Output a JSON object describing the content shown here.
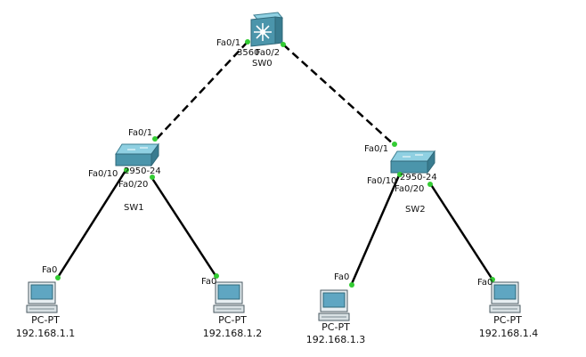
{
  "devices": {
    "sw0": {
      "name": "SW0",
      "model_fragment": "3560",
      "ports": {
        "left": "Fa0/1",
        "right": "Fa0/2"
      }
    },
    "sw1": {
      "name": "SW1",
      "model": "2950-24",
      "ports": {
        "up": "Fa0/1",
        "down_left": "Fa0/10",
        "down_right": "Fa0/20"
      }
    },
    "sw2": {
      "name": "SW2",
      "model": "2950-24",
      "ports": {
        "up": "Fa0/1",
        "down_left": "Fa0/10",
        "down_right": "Fa0/20"
      }
    },
    "pcs": [
      {
        "type": "PC-PT",
        "ip": "192.168.1.1",
        "port": "Fa0"
      },
      {
        "type": "PC-PT",
        "ip": "192.168.1.2",
        "port": "Fa0"
      },
      {
        "type": "PC-PT",
        "ip": "192.168.1.3",
        "port": "Fa0"
      },
      {
        "type": "PC-PT",
        "ip": "192.168.1.4",
        "port": "Fa0"
      }
    ]
  },
  "links": [
    {
      "from": "SW0 Fa0/1",
      "to": "SW1 Fa0/1",
      "style": "crossover-dashed"
    },
    {
      "from": "SW0 Fa0/2",
      "to": "SW2 Fa0/1",
      "style": "crossover-dashed"
    },
    {
      "from": "SW1 Fa0/10",
      "to": "PC 192.168.1.1",
      "style": "straight"
    },
    {
      "from": "SW1 Fa0/20",
      "to": "PC 192.168.1.2",
      "style": "straight"
    },
    {
      "from": "SW2 Fa0/10",
      "to": "PC 192.168.1.3",
      "style": "straight"
    },
    {
      "from": "SW2 Fa0/20",
      "to": "PC 192.168.1.4",
      "style": "straight"
    }
  ],
  "colors": {
    "link": "#000000",
    "port_indicator": "#33cc33",
    "switch_body": "#4a9bb3",
    "switch_top": "#7ec3d6",
    "pc_body": "#cfd8dc"
  }
}
